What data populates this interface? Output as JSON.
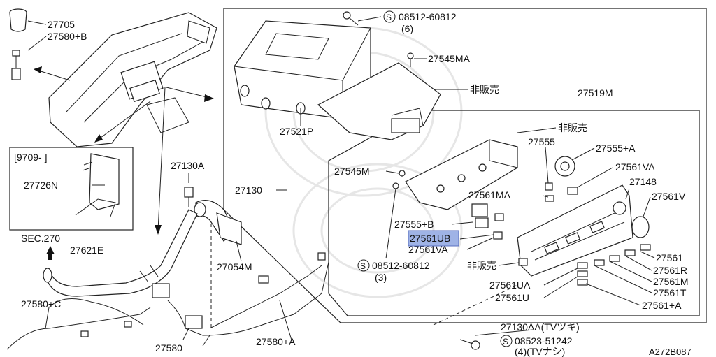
{
  "part_labels": {
    "p27705": "27705",
    "p27580B": "27580+B",
    "p9709": "[9709-     ]",
    "p27726N": "27726N",
    "p27130A": "27130A",
    "p27130": "27130",
    "sec270": "SEC.270",
    "p27621E": "27621E",
    "p27054M": "27054M",
    "p27580C": "27580+C",
    "p27580": "27580",
    "p27580A": "27580+A",
    "s08512_top": "08512-60812",
    "s08512_top_qty": "(6)",
    "p27545MA": "27545MA",
    "hihanbai_1": "非販売",
    "p27521P": "27521P",
    "p27519M": "27519M",
    "hihanbai_2": "非販売",
    "p27555": "27555",
    "p27555A": "27555+A",
    "p27545M": "27545M",
    "p27561VA_top": "27561VA",
    "p27148": "27148",
    "p27561MA": "27561MA",
    "p27561V": "27561V",
    "p27555B": "27555+B",
    "p27561UB": "27561UB",
    "p27561VA_bot": "27561VA",
    "hihanbai_3": "非販売",
    "s08512_bot": "08512-60812",
    "s08512_bot_qty": "(3)",
    "p27561": "27561",
    "p27561R": "27561R",
    "p27561M": "27561M",
    "p27561T": "27561T",
    "p27561UA": "27561UA",
    "p27561U": "27561U",
    "p27561A": "27561+A",
    "p27130AA": "27130AA(TVツキ)",
    "s08523": "08523-51242",
    "s08523_qty": "(4)(TVナシ)",
    "diagram_code": "A272B087",
    "screw_symbol": "S"
  },
  "highlight_color": "#9fb3e6"
}
